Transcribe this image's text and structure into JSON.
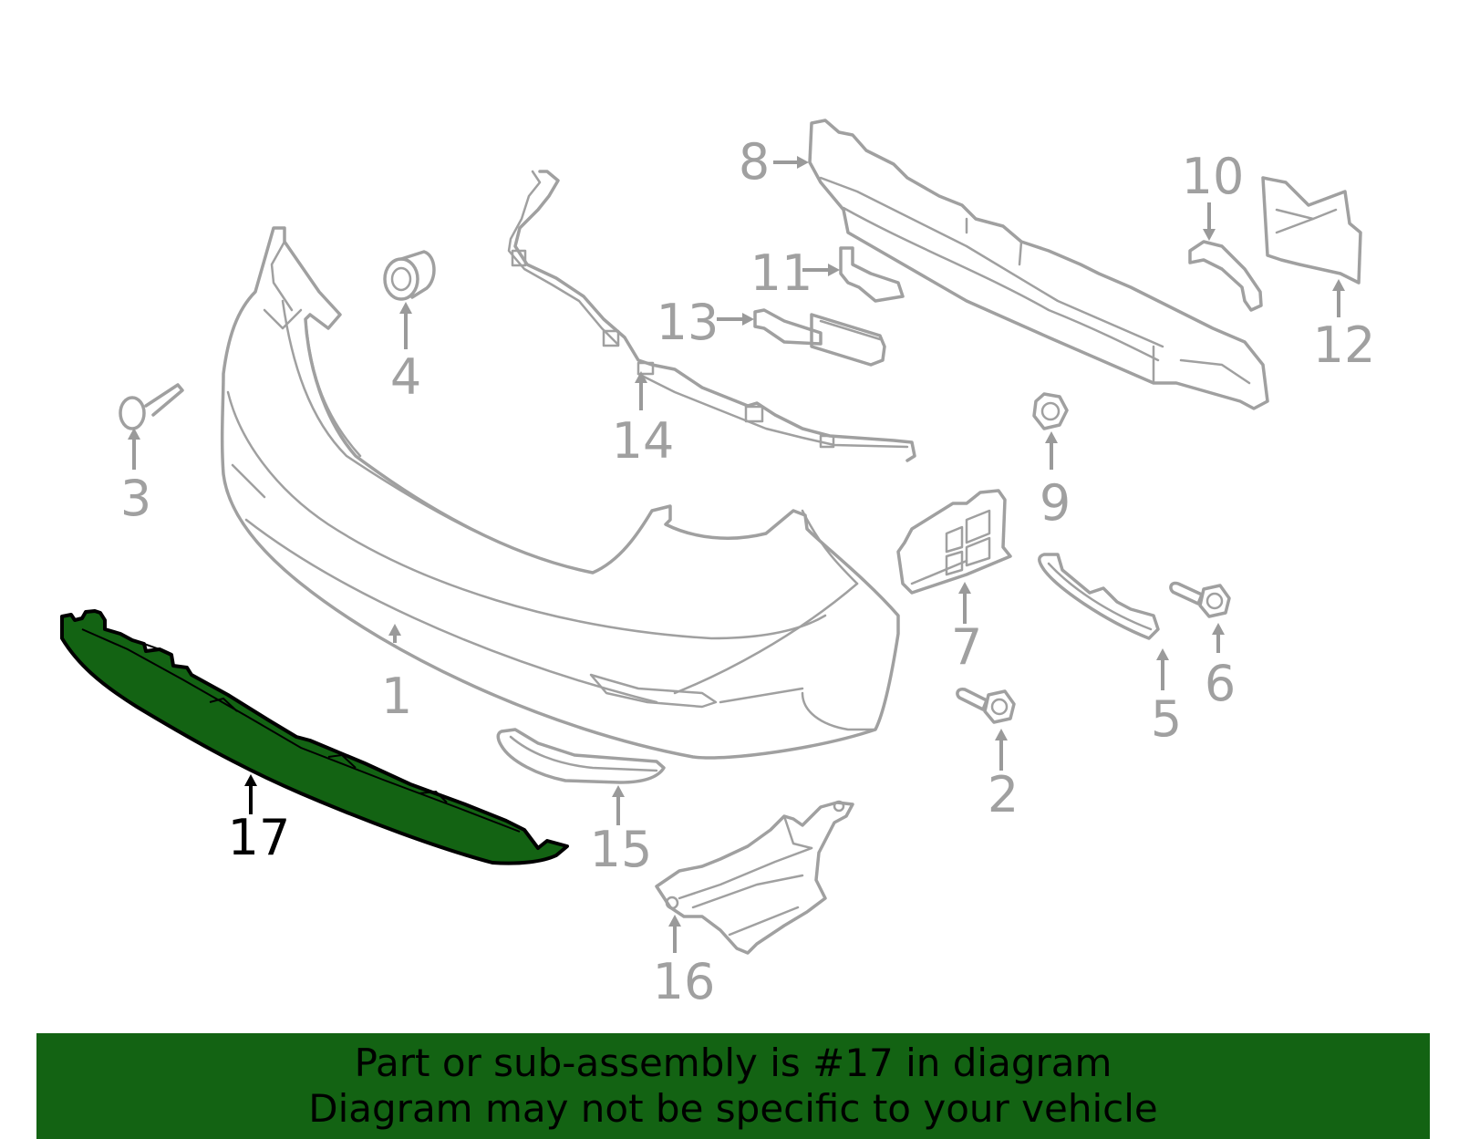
{
  "highlighted_part": "17",
  "callouts": {
    "c1": "1",
    "c2": "2",
    "c3": "3",
    "c4": "4",
    "c5": "5",
    "c6": "6",
    "c7": "7",
    "c8": "8",
    "c9": "9",
    "c10": "10",
    "c11": "11",
    "c12": "12",
    "c13": "13",
    "c14": "14",
    "c15": "15",
    "c16": "16",
    "c17": "17"
  },
  "banner": {
    "line1": "Part or sub-assembly is #17 in diagram",
    "line2": "Diagram may not be specific to your vehicle"
  },
  "colors": {
    "highlight": "#136313",
    "part_outline": "#a0a0a0",
    "highlight_outline": "#000000"
  }
}
